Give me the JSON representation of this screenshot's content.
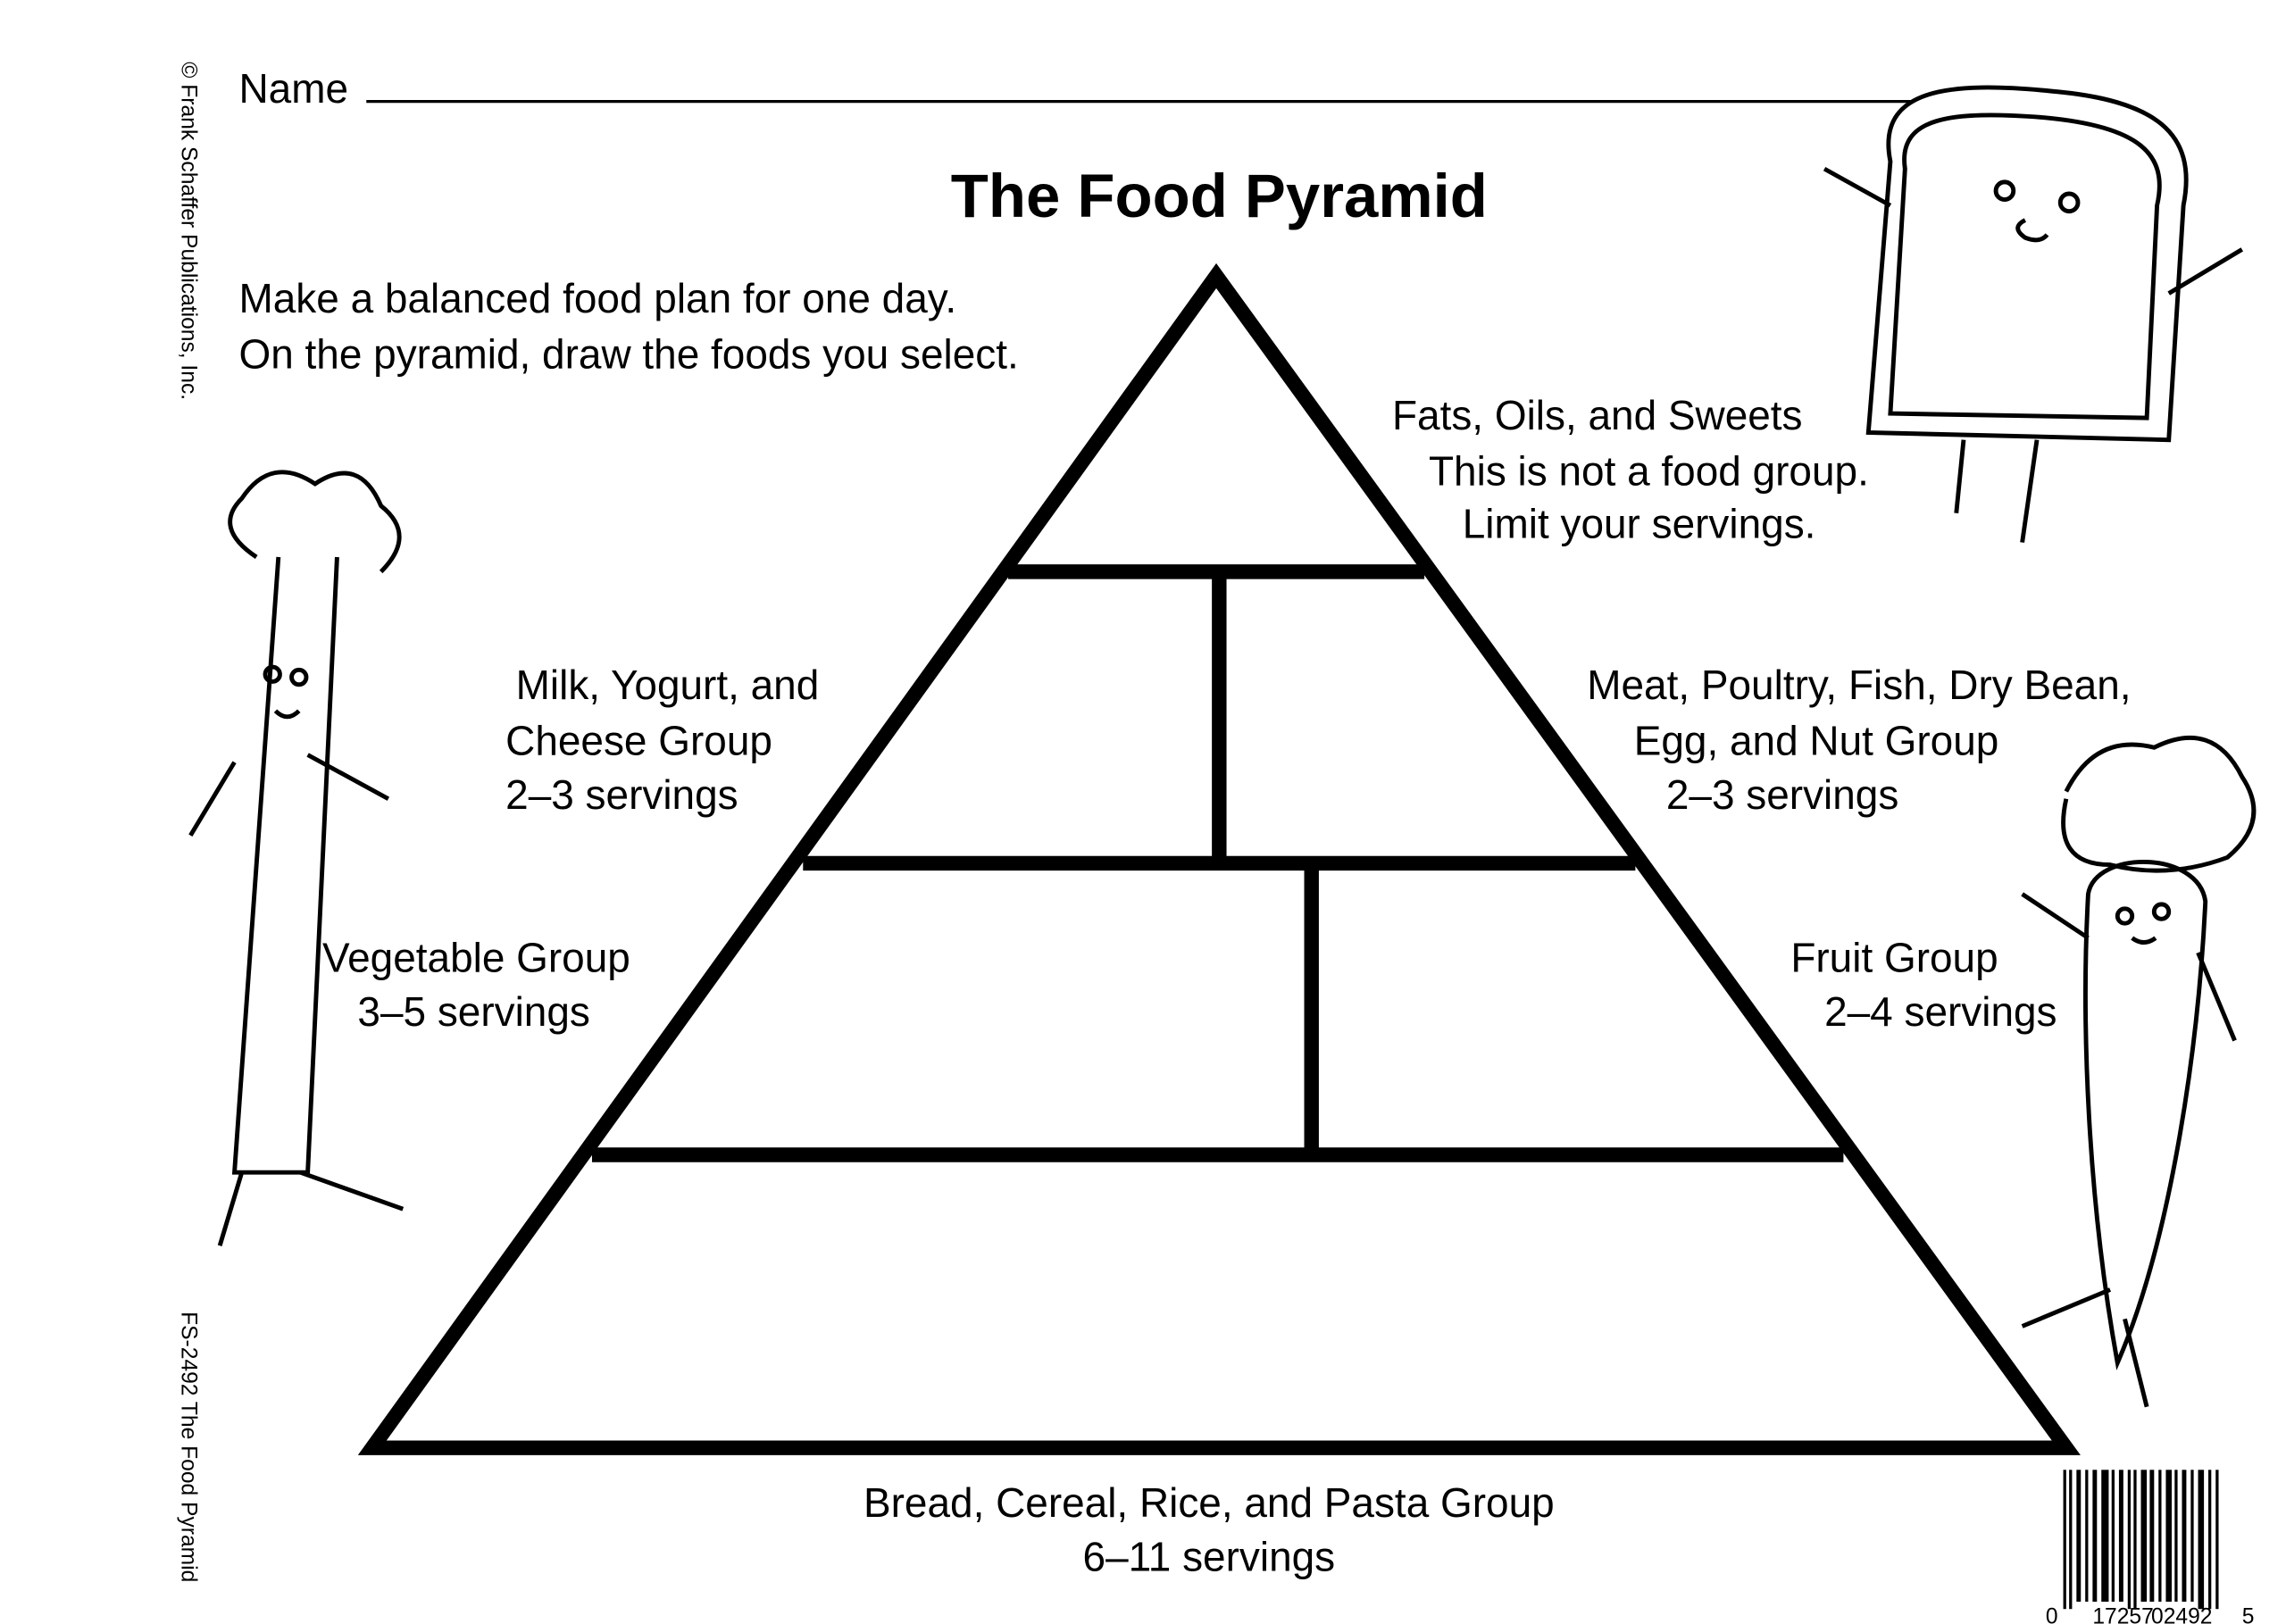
{
  "worksheet": {
    "name_label": "Name",
    "title": "The Food Pyramid",
    "instructions": [
      "Make a balanced food plan for one day.",
      "On the pyramid, draw the foods you select."
    ],
    "copyright": "© Frank Schaffer Publications, Inc.",
    "product_code": "FS-2492 The Food Pyramid",
    "barcode_digits": [
      "0",
      "17257",
      "02492",
      "5"
    ]
  },
  "groups": {
    "fats": [
      "Fats, Oils, and Sweets",
      "This is not a food group.",
      "Limit your servings."
    ],
    "milk": [
      "Milk, Yogurt, and",
      "Cheese Group",
      "2–3 servings"
    ],
    "meat": [
      "Meat, Poultry, Fish, Dry Bean,",
      "Egg, and Nut Group",
      "2–3 servings"
    ],
    "vegetable": [
      "Vegetable Group",
      "3–5 servings"
    ],
    "fruit": [
      "Fruit Group",
      "2–4 servings"
    ],
    "bread": [
      "Bread, Cereal, Rice, and Pasta Group",
      "6–11 servings"
    ]
  }
}
